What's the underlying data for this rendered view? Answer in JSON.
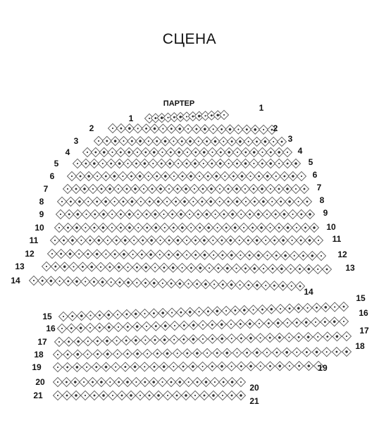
{
  "stage": {
    "label": "СЦЕНА"
  },
  "section": {
    "label": "ПАРТЕР"
  },
  "rows": [
    {
      "number": "1",
      "seats": 13
    },
    {
      "number": "2",
      "seats": 20
    },
    {
      "number": "3",
      "seats": 23
    },
    {
      "number": "4",
      "seats": 25
    },
    {
      "number": "5",
      "seats": 27
    },
    {
      "number": "6",
      "seats": 28
    },
    {
      "number": "7",
      "seats": 29
    },
    {
      "number": "8",
      "seats": 29
    },
    {
      "number": "9",
      "seats": 30
    },
    {
      "number": "10",
      "seats": 30
    },
    {
      "number": "11",
      "seats": 31
    },
    {
      "number": "12",
      "seats": 31
    },
    {
      "number": "13",
      "seats": 32
    },
    {
      "number": "14",
      "seats": 32
    },
    {
      "number": "15",
      "seats": 32
    },
    {
      "number": "16",
      "seats": 31
    },
    {
      "number": "17",
      "seats": 31
    },
    {
      "number": "18",
      "seats": 30
    },
    {
      "number": "19",
      "seats": 28
    },
    {
      "number": "20",
      "seats": 22
    },
    {
      "number": "21",
      "seats": 21
    }
  ],
  "colors": {
    "seat_outline": "#444444",
    "seat_mark": "#333333",
    "text": "#111111"
  }
}
